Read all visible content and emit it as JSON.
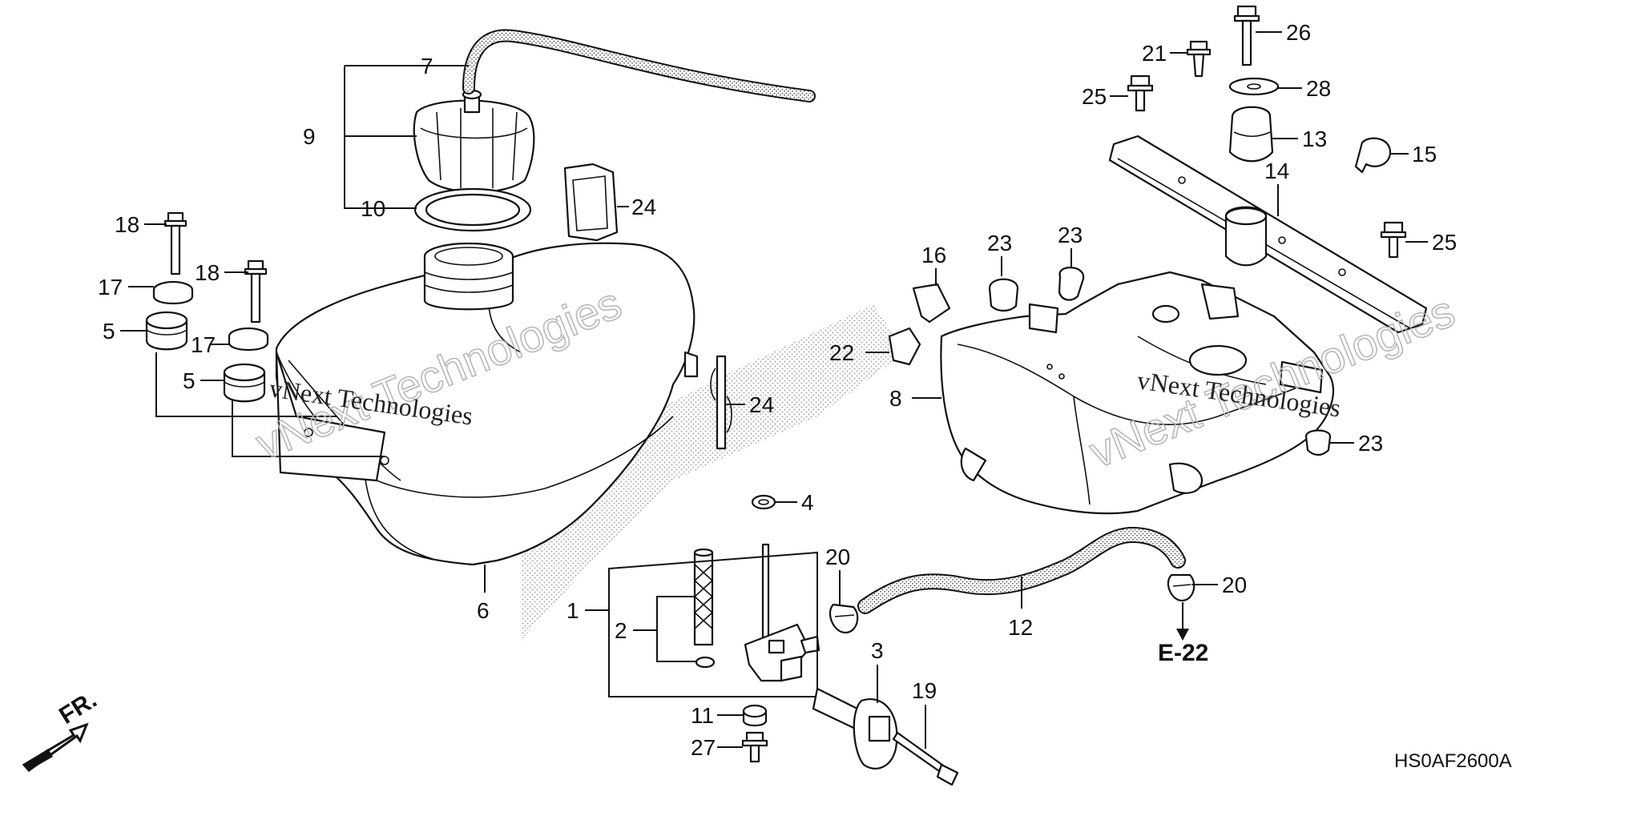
{
  "diagram": {
    "code": "HS0AF2600A",
    "ref": "E-22",
    "direction": "FR.",
    "watermark": "vNext Technologies",
    "callouts": [
      {
        "id": "c1",
        "label": "1"
      },
      {
        "id": "c2",
        "label": "2"
      },
      {
        "id": "c3",
        "label": "3"
      },
      {
        "id": "c4",
        "label": "4"
      },
      {
        "id": "c5a",
        "label": "5"
      },
      {
        "id": "c5b",
        "label": "5"
      },
      {
        "id": "c6",
        "label": "6"
      },
      {
        "id": "c7",
        "label": "7"
      },
      {
        "id": "c8",
        "label": "8"
      },
      {
        "id": "c9",
        "label": "9"
      },
      {
        "id": "c10",
        "label": "10"
      },
      {
        "id": "c11",
        "label": "11"
      },
      {
        "id": "c12",
        "label": "12"
      },
      {
        "id": "c13",
        "label": "13"
      },
      {
        "id": "c14",
        "label": "14"
      },
      {
        "id": "c15",
        "label": "15"
      },
      {
        "id": "c16",
        "label": "16"
      },
      {
        "id": "c17a",
        "label": "17"
      },
      {
        "id": "c17b",
        "label": "17"
      },
      {
        "id": "c18a",
        "label": "18"
      },
      {
        "id": "c18b",
        "label": "18"
      },
      {
        "id": "c19",
        "label": "19"
      },
      {
        "id": "c20a",
        "label": "20"
      },
      {
        "id": "c20b",
        "label": "20"
      },
      {
        "id": "c21",
        "label": "21"
      },
      {
        "id": "c22",
        "label": "22"
      },
      {
        "id": "c23a",
        "label": "23"
      },
      {
        "id": "c23b",
        "label": "23"
      },
      {
        "id": "c23c",
        "label": "23"
      },
      {
        "id": "c24a",
        "label": "24"
      },
      {
        "id": "c24b",
        "label": "24"
      },
      {
        "id": "c25a",
        "label": "25"
      },
      {
        "id": "c25b",
        "label": "25"
      },
      {
        "id": "c26",
        "label": "26"
      },
      {
        "id": "c27",
        "label": "27"
      },
      {
        "id": "c28",
        "label": "28"
      }
    ]
  }
}
